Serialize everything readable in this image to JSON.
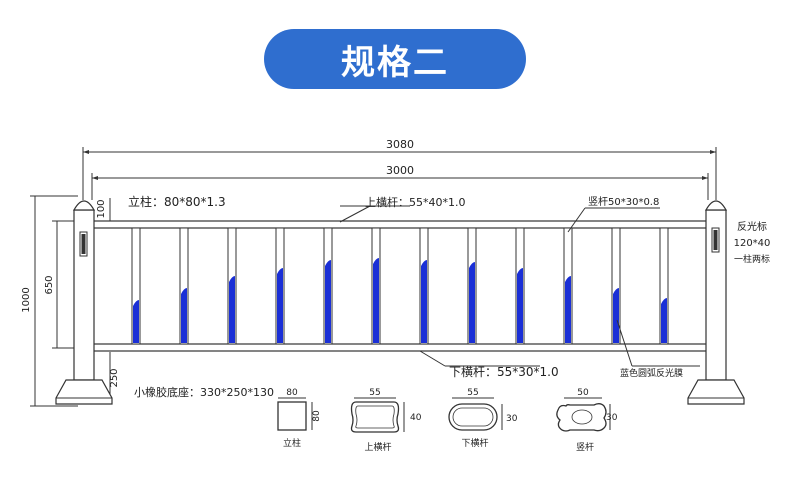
{
  "title": "规格二",
  "dimensions": {
    "overall_length": "3080",
    "panel_length": "3000",
    "total_height": "1000",
    "panel_height": "650",
    "top_gap": "100",
    "base_height": "250"
  },
  "labels": {
    "post": "立柱：80*80*1.3",
    "top_rail": "上横杆：55*40*1.0",
    "vertical_bar": "竖杆50*30*0.8",
    "reflector_line1": "反光标",
    "reflector_line2": "120*40",
    "reflector_line3": "一柱两标",
    "bottom_rail": "下横杆：55*30*1.0",
    "reflective_film": "蓝色圆弧反光膜",
    "base": "小橡胶底座：330*250*130"
  },
  "sections": [
    {
      "name": "立柱",
      "w": "80",
      "h": "80"
    },
    {
      "name": "上横杆",
      "w": "55",
      "h": "40"
    },
    {
      "name": "下横杆",
      "w": "55",
      "h": "30"
    },
    {
      "name": "竖杆",
      "w": "50",
      "h": "30"
    }
  ],
  "colors": {
    "accent": "#2f6ecf",
    "film": "#1a2fd6",
    "line": "#333333"
  },
  "icons": [
    "post-icon",
    "reflector-icon",
    "base-icon"
  ]
}
